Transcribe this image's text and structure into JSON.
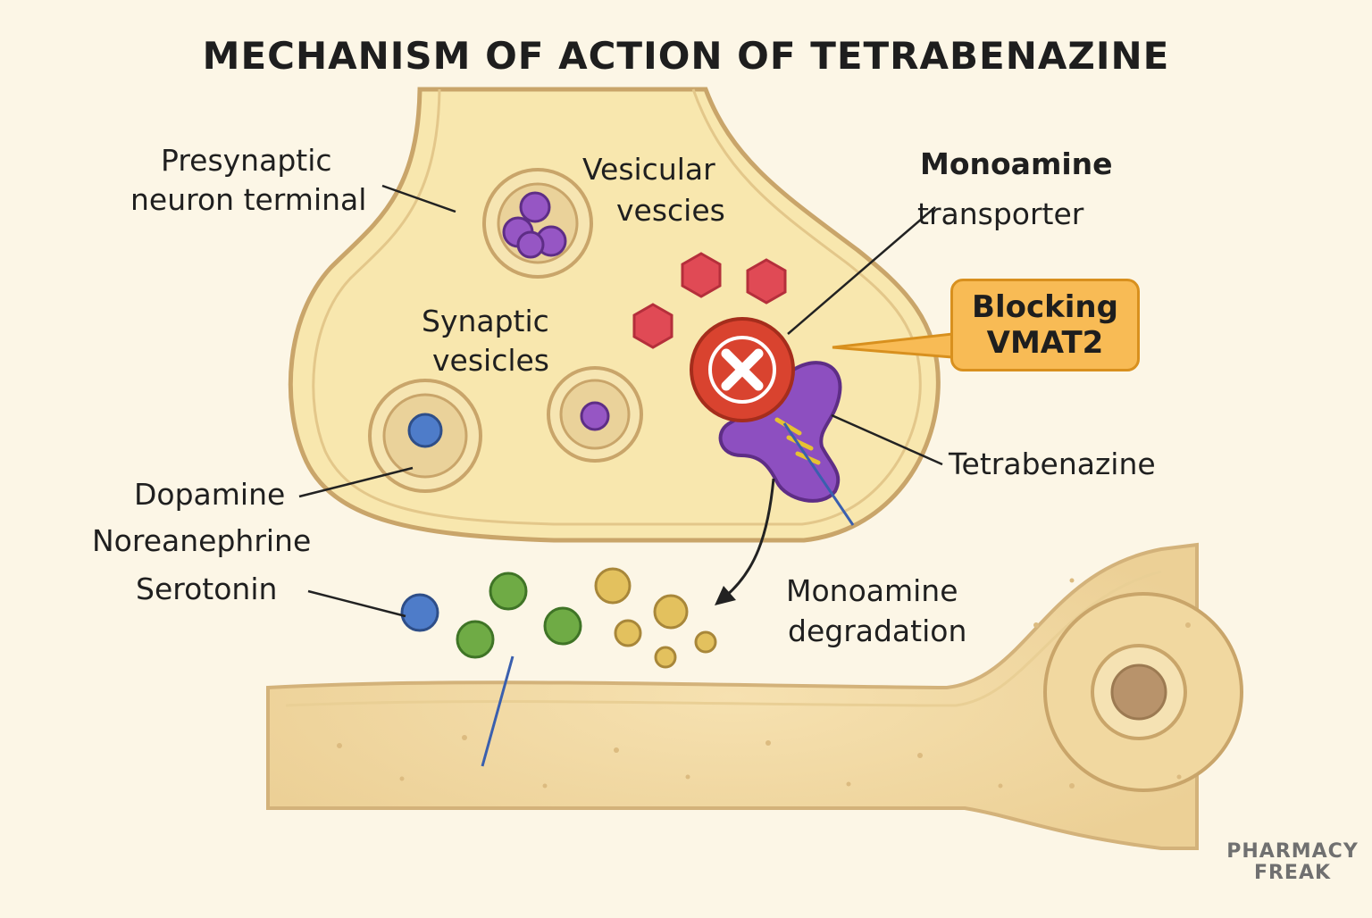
{
  "title": "MECHANISM OF ACTION OF TETRABENAZINE",
  "labels": {
    "presynaptic_1": "Presynaptic",
    "presynaptic_2": "neuron terminal",
    "vesicular_1": "Vesicular",
    "vesicular_2": "vescies",
    "monoamine_1": "Monoamine",
    "monoamine_2": "transporter",
    "synaptic_1": "Synaptic",
    "synaptic_2": "vesicles",
    "tetrabenazine": "Tetrabenazine",
    "dopamine": "Dopamine",
    "norepinephrine": "Noreanephrine",
    "serotonin": "Serotonin",
    "degradation_1": "Monoamine",
    "degradation_2": "degradation"
  },
  "callout": {
    "line1": "Blocking",
    "line2": "VMAT2"
  },
  "logo": {
    "line1": "PHARMACY",
    "line2": "FREAK"
  },
  "colors": {
    "background": "#fcf6e6",
    "neuron_fill": "#f8e7ae",
    "neuron_outline": "#c9a56a",
    "postsynaptic_fill": "#f2d8a2",
    "vesicle_inner": "#ead29a",
    "purple_molecule": "#9656c4",
    "blue_molecule": "#4e7cc9",
    "green_molecule": "#6fab45",
    "gold_molecule": "#e3c15e",
    "red_hexagon": "#e04a55",
    "block_symbol": "#d9432f",
    "transporter": "#8d4fc0",
    "callout_fill": "#f8bb55"
  },
  "icons": {
    "block": "x-circle-icon",
    "transporter": "vmat2-transporter-icon",
    "drug": "hexagon-molecule-icon"
  }
}
